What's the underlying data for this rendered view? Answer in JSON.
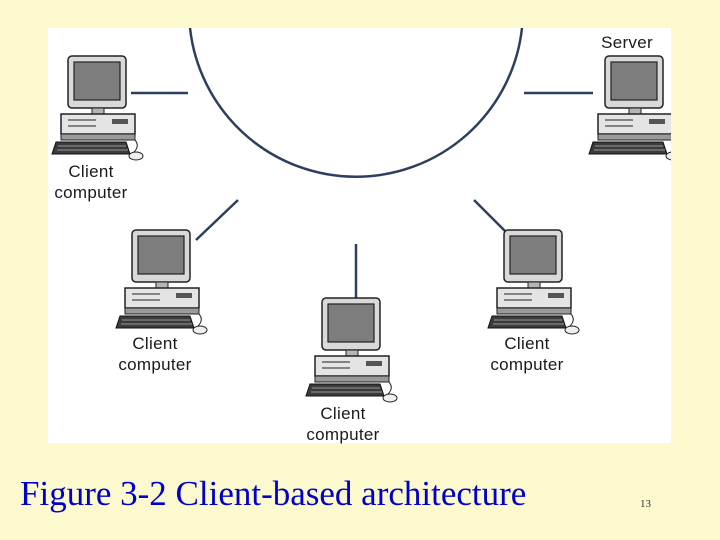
{
  "diagram": {
    "nodes": [
      {
        "id": "server",
        "label": "Server"
      },
      {
        "id": "client-top-left",
        "label": "Client\ncomputer"
      },
      {
        "id": "client-mid-left",
        "label": "Client\ncomputer"
      },
      {
        "id": "client-bottom",
        "label": "Client\ncomputer"
      },
      {
        "id": "client-mid-right",
        "label": "Client\ncomputer"
      }
    ],
    "network": "bus-arc",
    "colors": {
      "link": "#2d3f5c",
      "monitor_body": "#d9d9d9",
      "screen": "#7d7d7d",
      "outline": "#222222"
    }
  },
  "caption": "Figure 3-2 Client-based architecture",
  "slide_number": "13",
  "colors": {
    "slide_background": "#fbf9cd",
    "caption_text": "#0000cc",
    "panel_background": "#ffffff"
  }
}
